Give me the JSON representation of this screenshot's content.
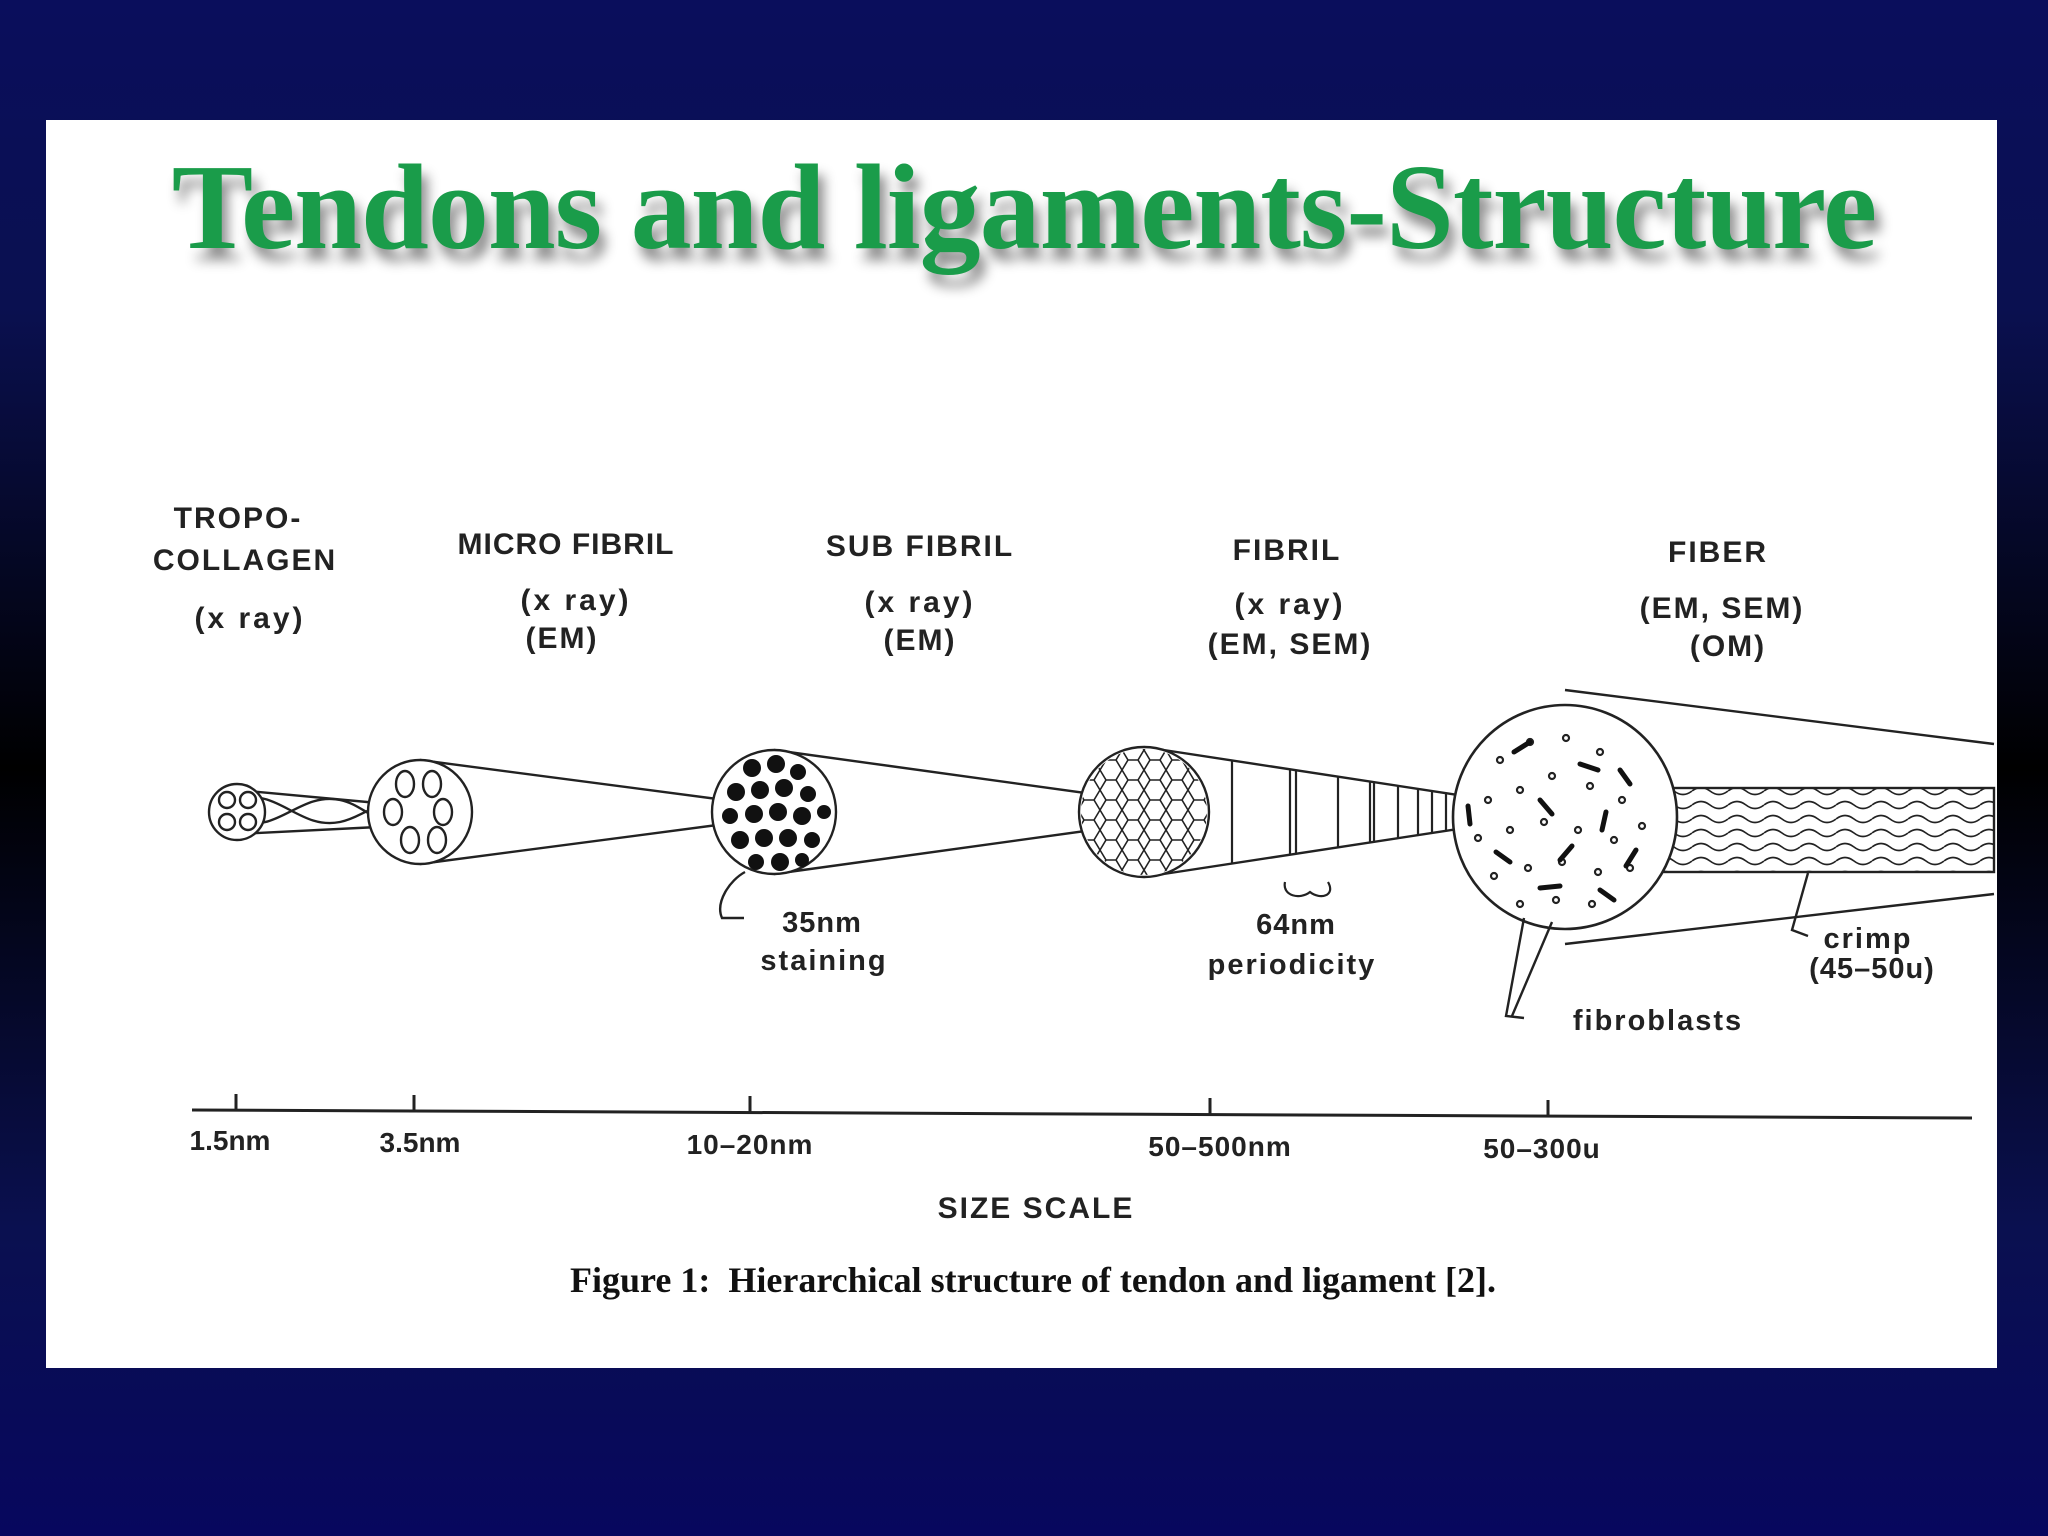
{
  "slide": {
    "title": "Tendons and ligaments-Structure",
    "title_color": "#1a9c4a",
    "panel_color": "#ffffff"
  },
  "diagram": {
    "levels": [
      {
        "name_lines": [
          "TROPO-",
          "COLLAGEN"
        ],
        "methods": [
          "(x ray)"
        ]
      },
      {
        "name_lines": [
          "MICRO FIBRIL"
        ],
        "methods": [
          "(x ray)",
          "(EM)"
        ]
      },
      {
        "name_lines": [
          "SUB FIBRIL"
        ],
        "methods": [
          "(x ray)",
          "(EM)"
        ]
      },
      {
        "name_lines": [
          "FIBRIL"
        ],
        "methods": [
          "(x ray)",
          "(EM, SEM)"
        ]
      },
      {
        "name_lines": [
          "FIBER"
        ],
        "methods": [
          "(EM, SEM)",
          "(OM)"
        ]
      }
    ],
    "annotations": {
      "staining": [
        "35nm",
        "staining"
      ],
      "periodicity": [
        "64nm",
        "periodicity"
      ],
      "crimp": [
        "crimp",
        "(45–50u)"
      ],
      "fibroblasts": "fibroblasts"
    },
    "scale": {
      "ticks": [
        "1.5nm",
        "3.5nm",
        "10–20nm",
        "50–500nm",
        "50–300u"
      ],
      "label": "SIZE SCALE"
    },
    "caption": "Figure 1:  Hierarchical structure of tendon and ligament [2]."
  }
}
